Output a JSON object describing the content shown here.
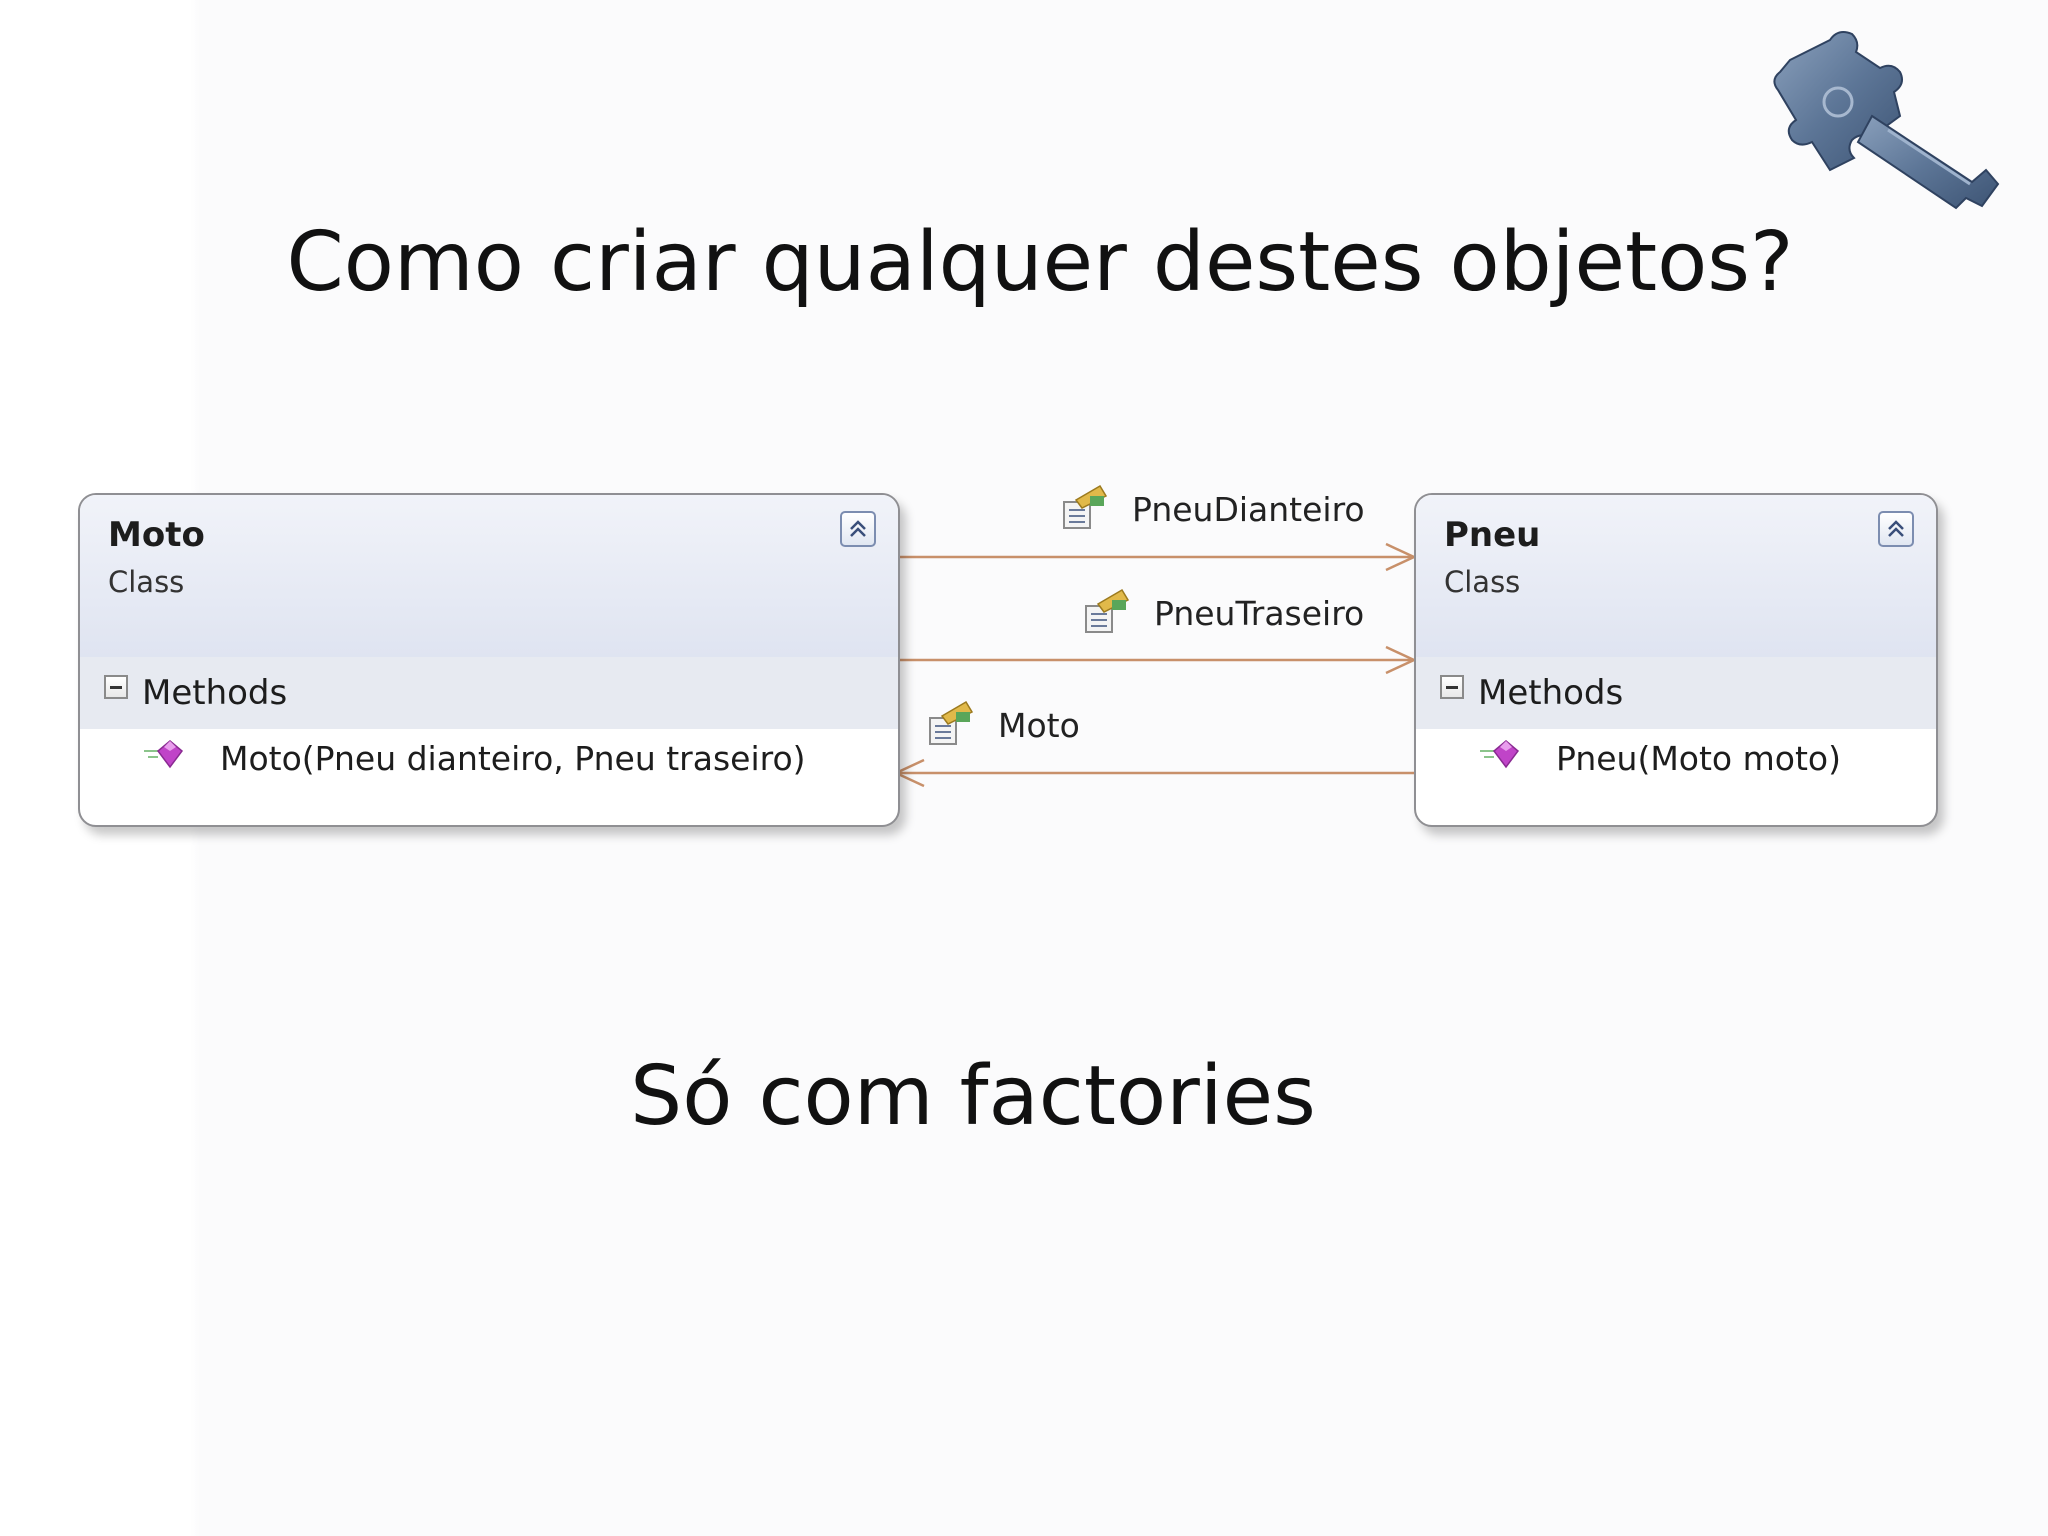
{
  "slide": {
    "title": "Como criar qualquer destes objetos?",
    "subtitle": "Só com factories"
  },
  "logo": {
    "icon": "puzzle-key-icon"
  },
  "diagram": {
    "classes": [
      {
        "name": "Moto",
        "stereotype": "Class",
        "compartment_label": "Methods",
        "methods": [
          "Moto(Pneu dianteiro, Pneu traseiro)"
        ]
      },
      {
        "name": "Pneu",
        "stereotype": "Class",
        "compartment_label": "Methods",
        "methods": [
          "Pneu(Moto moto)"
        ]
      }
    ],
    "associations": [
      {
        "label": "PneuDianteiro",
        "from": "Moto",
        "to": "Pneu",
        "icon": "property-icon"
      },
      {
        "label": "PneuTraseiro",
        "from": "Moto",
        "to": "Pneu",
        "icon": "property-icon"
      },
      {
        "label": "Moto",
        "from": "Pneu",
        "to": "Moto",
        "icon": "property-icon"
      }
    ],
    "colors": {
      "connector": "#c8906a",
      "header_gradient_top": "#f1f3f9",
      "header_gradient_bottom": "#dfe4f1",
      "method_icon": "#c044c8"
    }
  }
}
